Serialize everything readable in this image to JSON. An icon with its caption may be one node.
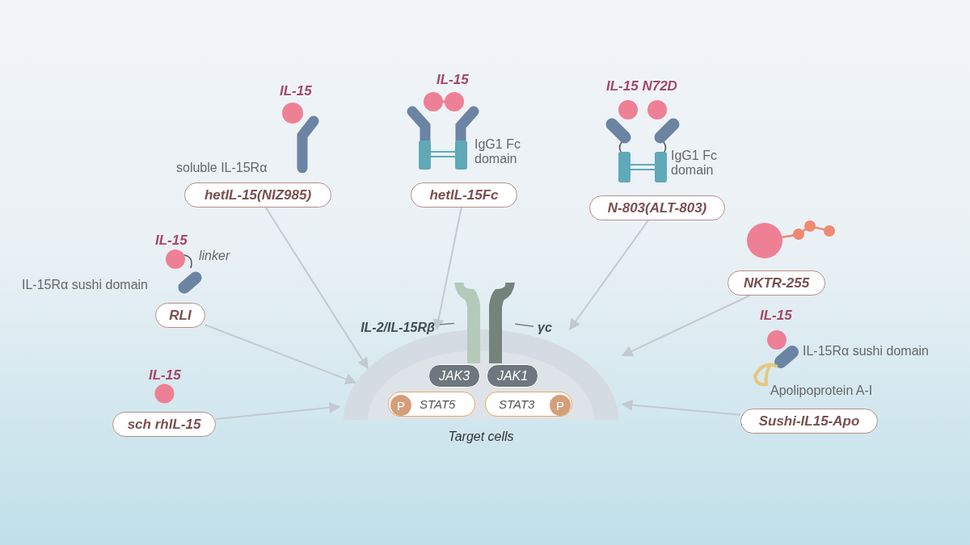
{
  "diagram": {
    "nodes": [
      {
        "text": [
          "hetIL-15(NIZ985)"
        ]
      },
      {
        "text": [
          "hetIL-15Fc"
        ]
      },
      {
        "text": [
          "N-803(ALT-803)"
        ]
      },
      {
        "text": [
          "NKTR-255"
        ]
      },
      {
        "text": [
          "RLI"
        ]
      },
      {
        "text": [
          "Target cells"
        ]
      },
      {
        "text": [
          "JAK3"
        ],
        "in": 5
      },
      {
        "text": [
          "JAK1"
        ],
        "in": 5
      },
      {
        "text": [
          "STAT5"
        ],
        "in": 5
      },
      {
        "text": [
          "P"
        ],
        "in": 8
      },
      {
        "text": [
          "STAT3"
        ],
        "in": 5
      },
      {
        "text": [
          "P"
        ],
        "in": 10
      },
      {
        "text": [
          "Sushi-IL15-Apo"
        ]
      },
      {
        "text": [
          "sch rhIL-15"
        ]
      },
      {
        "text": [
          "IL-2/IL-15Rβ"
        ]
      },
      {
        "text": [],
        "shape": "picture"
      },
      {
        "text": [
          "γc"
        ]
      },
      {
        "text": [],
        "shape": "picture"
      }
    ],
    "edges": [
      {
        "from": 0,
        "to": 5,
        "arrow": "to"
      },
      {
        "from": 1,
        "to": 5,
        "arrow": "to"
      },
      {
        "from": 2,
        "to": 5,
        "arrow": "to"
      },
      {
        "from": 3,
        "to": 5,
        "arrow": "to"
      },
      {
        "from": 4,
        "to": 5,
        "arrow": "to"
      },
      {
        "from": 12,
        "to": 5,
        "arrow": "to"
      },
      {
        "from": 13,
        "to": 5,
        "arrow": "to"
      },
      {
        "from": 14,
        "to": 15,
        "arrow": "none"
      },
      {
        "from": 16,
        "to": 17,
        "arrow": "none"
      }
    ],
    "labels": [
      "IL-15",
      "soluble IL-15Rα",
      "IL-15",
      "IgG1 Fc domain",
      "IL-15 N72D",
      "IgG1 Fc domain",
      "IL-15",
      "linker",
      "IL-15Rα sushi domain",
      "IL-15",
      "IL-15Rα sushi domain",
      "Apolipoprotein A-I",
      "IL-15"
    ]
  }
}
